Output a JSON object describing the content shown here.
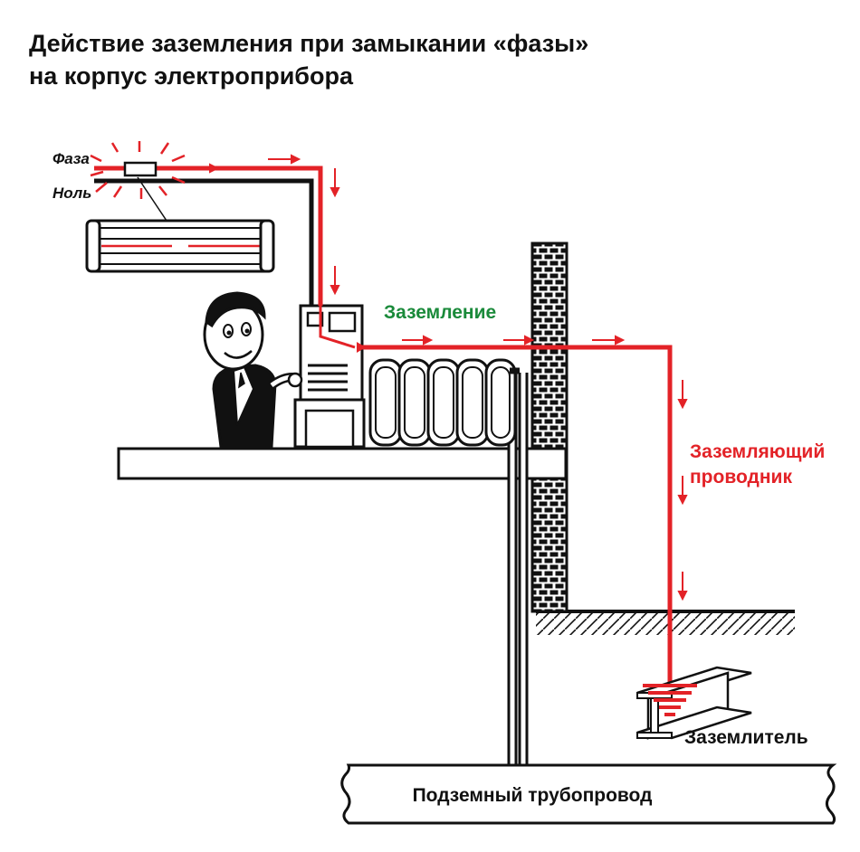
{
  "title": {
    "line1": "Действие  заземления  при замыкании «фазы»",
    "line2": "на корпус электроприбора"
  },
  "labels": {
    "phase": "Фаза",
    "neutral": "Ноль",
    "grounding": "Заземление",
    "grounding_conductor_1": "Заземляющий",
    "grounding_conductor_2": "проводник",
    "ground_electrode": "Заземлитель",
    "underground_pipeline": "Подземный трубопровод"
  },
  "colors": {
    "fault_current": "#e32227",
    "grounding_label": "#1a8a3a",
    "ink": "#111111"
  }
}
